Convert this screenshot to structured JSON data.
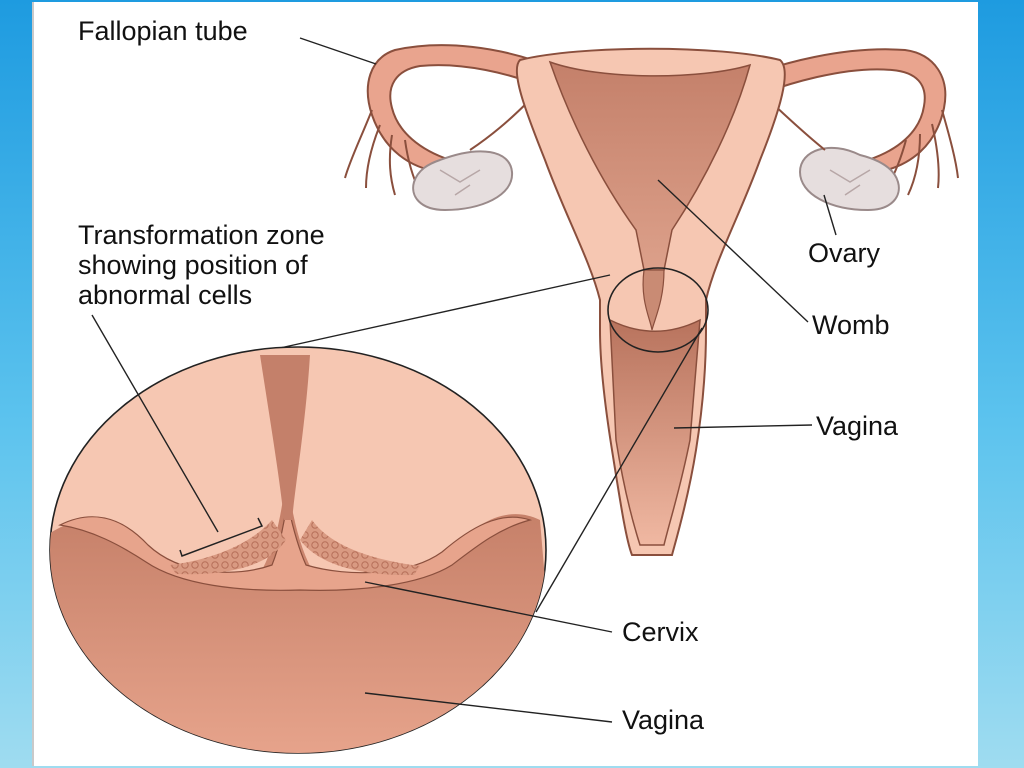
{
  "labels": {
    "fallopian_tube": "Fallopian tube",
    "transformation_zone": [
      "Transformation zone",
      "showing position of",
      "abnormal cells"
    ],
    "ovary": "Ovary",
    "womb": "Womb",
    "vagina_upper": "Vagina",
    "cervix": "Cervix",
    "vagina_lower": "Vagina"
  },
  "colors": {
    "tissue_light": "#f6c7b2",
    "tissue_mid": "#e6a48c",
    "tissue_dark": "#bf7a63",
    "ovary": "#e6dede",
    "outline": "#8a4f3d",
    "background_blue": "#2aa3e3"
  }
}
